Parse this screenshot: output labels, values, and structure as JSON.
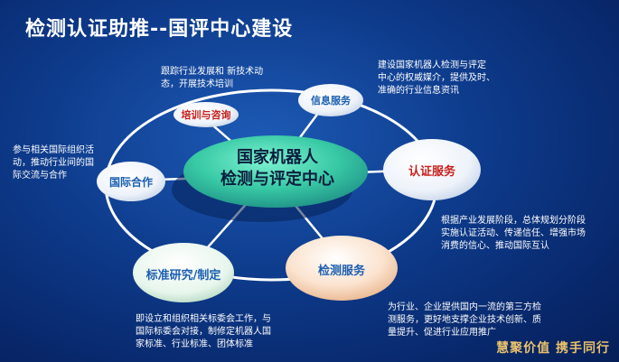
{
  "title": "检测认证助推--国评中心建设",
  "center": {
    "line1": "国家机器人",
    "line2": "检测与评定中心"
  },
  "nodes": {
    "training": "培训与咨询",
    "info": "信息服务",
    "certification": "认证服务",
    "testing": "检测服务",
    "standards": "标准研究/制定",
    "international": "国际合作"
  },
  "descriptions": {
    "training": [
      "跟踪行业发展和 新技术动",
      "态，开展技术培训"
    ],
    "info": [
      "建设国家机器人检测与评定",
      "中心的权威媒介，提供及时、",
      "准确的行业信息资讯"
    ],
    "international": [
      "参与相关国际组织活",
      "动，推动行业间的国",
      "际交流与合作"
    ],
    "certification": [
      "根据产业发展阶段，总体规划分阶段",
      "实施认证活动、传递信任、增强市场",
      "消费的信心、推动国际互认"
    ],
    "testing": [
      "为行业、企业提供国内一流的第三方检",
      "测服务，更好地支撑企业技术创新、质",
      "量提升、促进行业应用推广"
    ],
    "standards": [
      "即设立和组织相关标委会工作，与",
      "国际标委会对接，制修定机器人国",
      "家标准、行业标准、团体标准"
    ]
  },
  "footer": "慧聚价值 携手同行",
  "colors": {
    "background": "#0d3a8a",
    "center": "#3fd6b0",
    "red_label": "#c8201c",
    "blue_label": "#1c5fb0"
  }
}
